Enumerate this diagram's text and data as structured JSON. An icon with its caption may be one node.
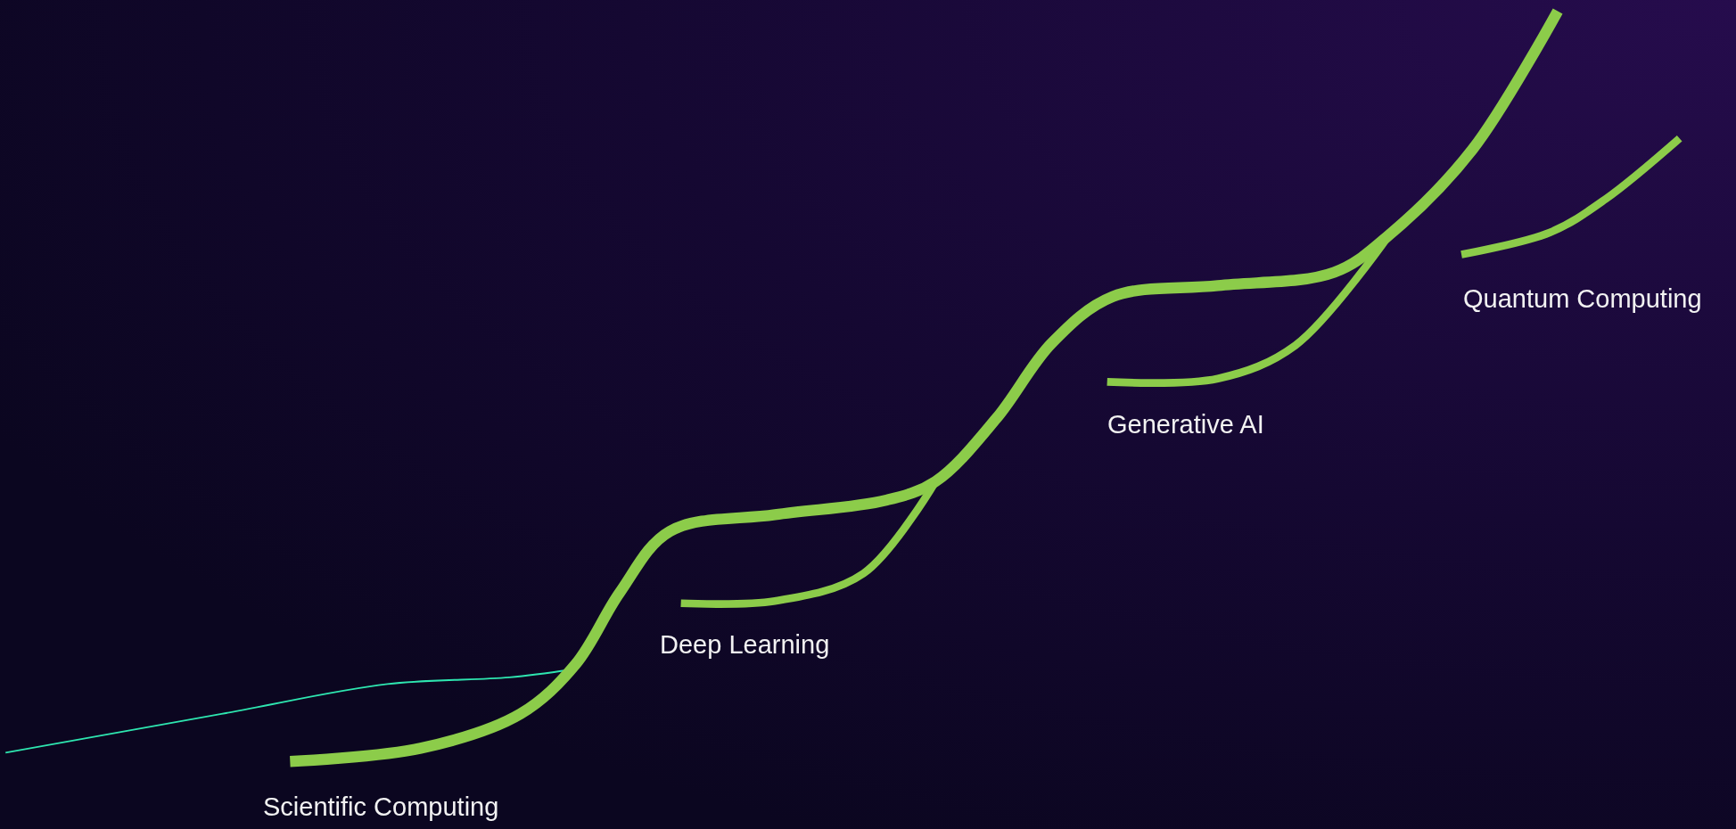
{
  "diagram": {
    "labels": [
      "Quantum Computing",
      "Generative AI",
      "Deep Learning",
      "Scientific Computing"
    ]
  }
}
